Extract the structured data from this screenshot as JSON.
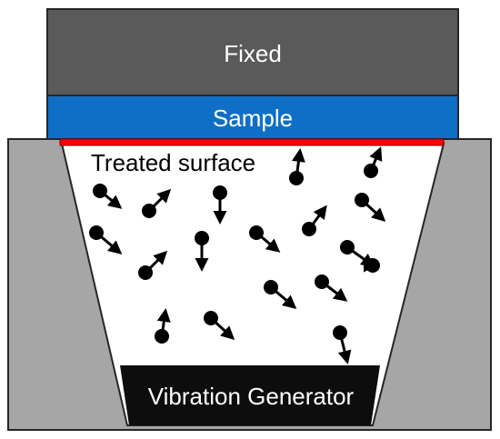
{
  "labels": {
    "fixed": "Fixed",
    "sample": "Sample",
    "treated_surface": "Treated surface",
    "vibration_generator": "Vibration Generator"
  },
  "colors": {
    "fixed": "#5a5a5a",
    "sample": "#0f6fc6",
    "chamber": "#a6a6a6",
    "treated_line": "#ff0000",
    "generator": "#0d0d0d",
    "particle": "#000000"
  },
  "particles": [
    {
      "name": "particle-1",
      "direction": "up"
    },
    {
      "name": "particle-2",
      "direction": "up-right"
    },
    {
      "name": "particle-3",
      "direction": "down-right"
    },
    {
      "name": "particle-4",
      "direction": "up-right"
    },
    {
      "name": "particle-5",
      "direction": "down"
    },
    {
      "name": "particle-6",
      "direction": "down-right"
    },
    {
      "name": "particle-7",
      "direction": "up-right"
    },
    {
      "name": "particle-8",
      "direction": "down-right"
    },
    {
      "name": "particle-9",
      "direction": "down-right"
    },
    {
      "name": "particle-10",
      "direction": "up-right"
    },
    {
      "name": "particle-11",
      "direction": "down"
    },
    {
      "name": "particle-12",
      "direction": "down-right"
    },
    {
      "name": "particle-13",
      "direction": "down-right"
    },
    {
      "name": "particle-14",
      "direction": "down-right"
    },
    {
      "name": "particle-15",
      "direction": "down-right"
    },
    {
      "name": "particle-16",
      "direction": "up"
    },
    {
      "name": "particle-17",
      "direction": "down-right"
    },
    {
      "name": "particle-18",
      "direction": "down"
    }
  ]
}
